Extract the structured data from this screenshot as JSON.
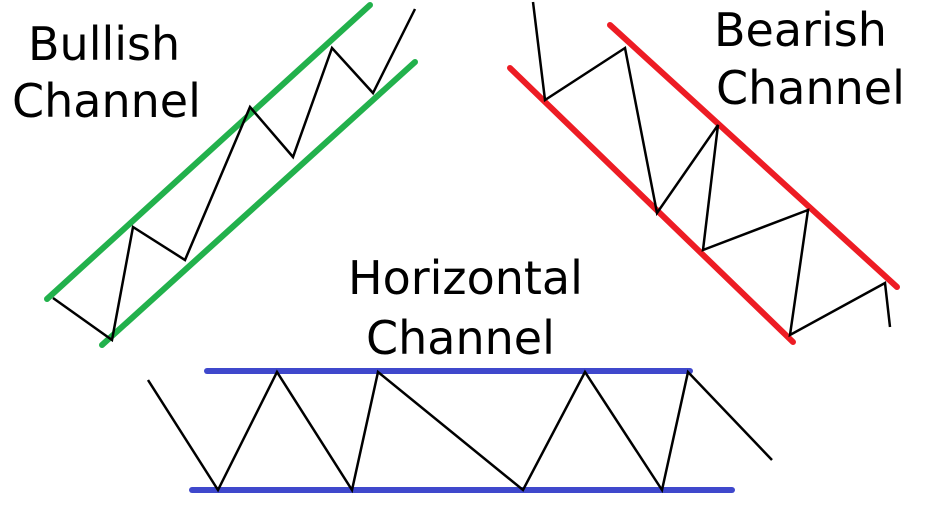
{
  "colors": {
    "bullish": "#22b14c",
    "bearish": "#ed1c24",
    "horizontal": "#3f48cc",
    "price": "#000000"
  },
  "bullish": {
    "title_line1": "Bullish",
    "title_line2": "Channel"
  },
  "bearish": {
    "title_line1": "Bearish",
    "title_line2": "Channel"
  },
  "horizontal": {
    "title_line1": "Horizontal",
    "title_line2": "Channel"
  }
}
